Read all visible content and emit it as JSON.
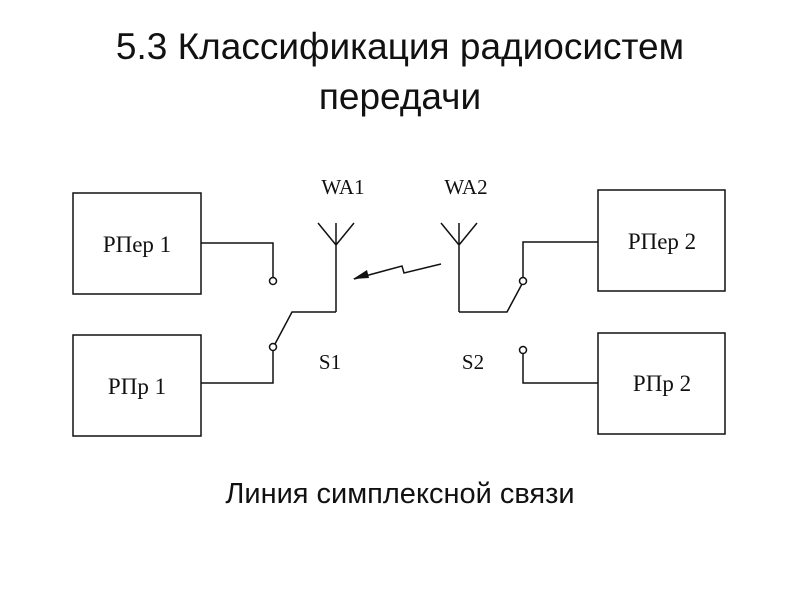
{
  "slide": {
    "title_line1": "5.3 Классификация радиосистем",
    "title_line2": "передачи",
    "caption": "Линия симплексной связи"
  },
  "diagram": {
    "tx1_label": "РПер 1",
    "rx1_label": "РПр 1",
    "tx2_label": "РПер 2",
    "rx2_label": "РПр 2",
    "antenna1_label": "WA1",
    "antenna2_label": "WA2",
    "switch1_label": "S1",
    "switch2_label": "S2",
    "line_color": "#111111"
  }
}
